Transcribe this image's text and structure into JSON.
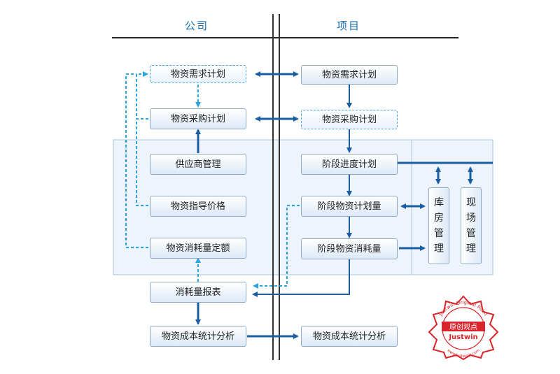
{
  "headers": {
    "company": "公司",
    "project": "项目"
  },
  "company": {
    "demand_plan": "物资需求计划",
    "purchase_plan": "物资采购计划",
    "supplier_mgmt": "供应商管理",
    "price_guide": "物资指导价格",
    "consumption_quota": "物资消耗量定额",
    "consumption_report": "消耗量报表",
    "cost_analysis": "物资成本统计分析"
  },
  "project": {
    "demand_plan": "物资需求计划",
    "purchase_plan": "物资采购计划",
    "progress_plan": "阶段进度计划",
    "phase_material_plan": "阶段物资计划量",
    "phase_material_consumption": "阶段物资消耗量",
    "cost_analysis": "物资成本统计分析"
  },
  "side": {
    "warehouse_mgmt": [
      "库",
      "房",
      "管",
      "理"
    ],
    "site_mgmt": [
      "现",
      "场",
      "管",
      "理"
    ]
  },
  "colors": {
    "arrow_dark": "#1a5da3",
    "arrow_dashed": "#2aa4e0",
    "panel_fill": "#eef4fb",
    "panel_border": "#a9c4e0",
    "stamp_red": "#d9242b"
  },
  "stamp": {
    "top_text": "Justwin Original Point",
    "center_text": "原创观点",
    "brand": "Justwin",
    "bottom_text": "www.justwinit.com"
  }
}
